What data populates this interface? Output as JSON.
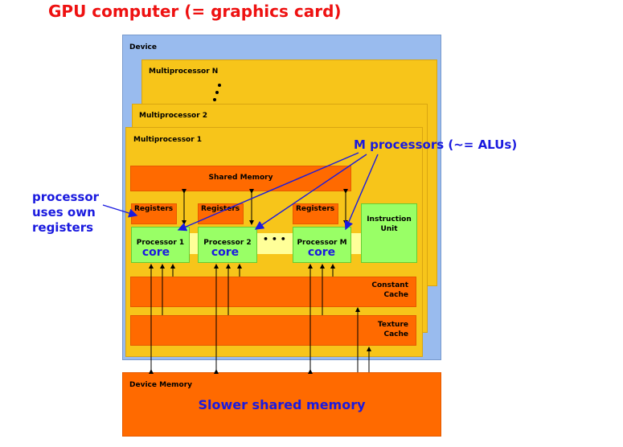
{
  "title": "GPU computer (= graphics card)",
  "device": {
    "label": "Device"
  },
  "multiprocessors": {
    "n": "Multiprocessor N",
    "two": "Multiprocessor 2",
    "one": "Multiprocessor 1"
  },
  "shared_memory": "Shared Memory",
  "registers": [
    "Registers",
    "Registers",
    "Registers"
  ],
  "processors": [
    "Processor 1",
    "Processor 2",
    "Processor M"
  ],
  "core_label": "core",
  "instruction_unit": [
    "Instruction",
    "Unit"
  ],
  "constant_cache": [
    "Constant",
    "Cache"
  ],
  "texture_cache": [
    "Texture",
    "Cache"
  ],
  "device_memory": {
    "label": "Device Memory",
    "caption": "Slower shared memory"
  },
  "annotations": {
    "m_processors": "M processors (~= ALUs)",
    "processor_regs": [
      "processor",
      "uses own",
      "registers"
    ]
  },
  "ellipsis": "• • •",
  "colors": {
    "title": "#ee1111",
    "annotation": "#1a1adf",
    "device": "#99bbee",
    "multiprocessor": "#f7c51a",
    "memory": "#ff6a00",
    "processor": "#99ff66"
  }
}
